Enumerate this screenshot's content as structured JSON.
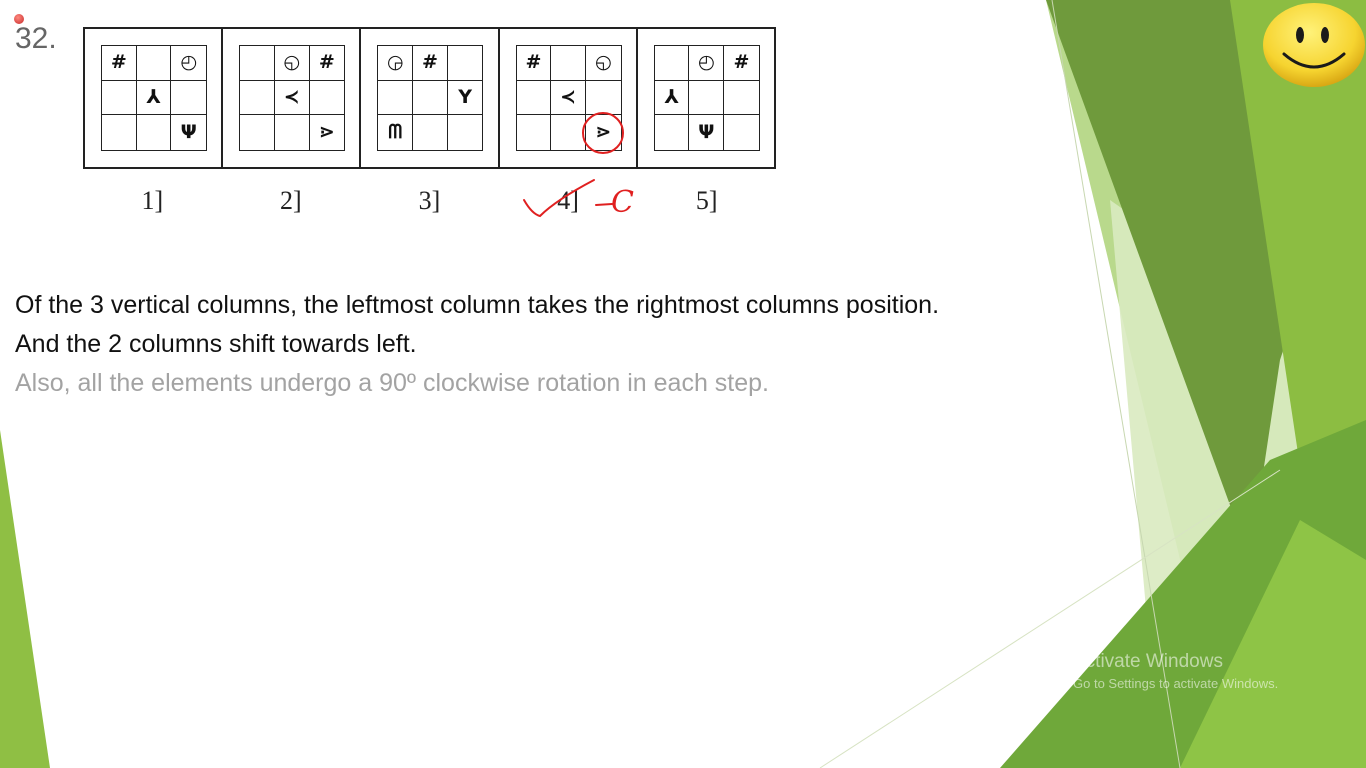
{
  "question": {
    "number": "32."
  },
  "figures": [
    {
      "label": "1]",
      "cells": [
        "#",
        "",
        "◴",
        "",
        "⅄",
        "",
        "",
        "",
        "Ψ"
      ]
    },
    {
      "label": "2]",
      "cells": [
        "",
        "◵",
        "#",
        "",
        "≺",
        "",
        "",
        "",
        "⋗"
      ]
    },
    {
      "label": "3]",
      "cells": [
        "◶",
        "#",
        "",
        "",
        "",
        "Y",
        "ᗰ",
        "",
        ""
      ]
    },
    {
      "label": "4]",
      "cells": [
        "#",
        "",
        "◵",
        "",
        "≺",
        "",
        "",
        "",
        "⋗"
      ]
    },
    {
      "label": "5]",
      "cells": [
        "",
        "◴",
        "#",
        "⅄",
        "",
        "",
        "",
        "Ψ",
        ""
      ]
    }
  ],
  "explanation": {
    "line1": "Of the 3 vertical columns, the leftmost column takes the rightmost columns position.",
    "line2": "And the 2 columns shift towards left.",
    "line3": "Also, all the elements undergo a 90º clockwise rotation in each step."
  },
  "watermark": {
    "title": "Activate Windows",
    "subtitle": "Go to Settings to activate Windows."
  },
  "annotation": {
    "color": "#e02020",
    "answer_mark": "C"
  },
  "theme": {
    "green_dark": "#6f9a3c",
    "green_light": "#9cc84a",
    "green_pale": "#d6e8b4",
    "smiley_yellow": "#f6d84a"
  }
}
